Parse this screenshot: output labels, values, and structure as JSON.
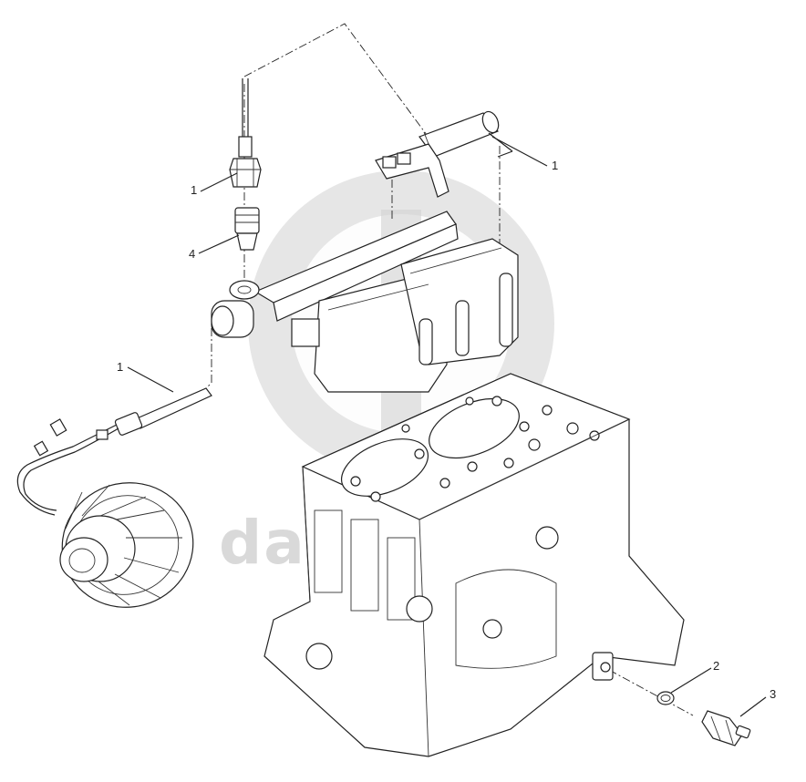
{
  "diagram": {
    "watermark": {
      "text": "data-parts"
    },
    "callouts": [
      {
        "id": "c1-sensor",
        "label": "1"
      },
      {
        "id": "c4-adapter",
        "label": "4"
      },
      {
        "id": "c1-valve",
        "label": "1"
      },
      {
        "id": "c1-harness",
        "label": "1"
      },
      {
        "id": "c2-washer",
        "label": "2"
      },
      {
        "id": "c3-switch",
        "label": "3"
      }
    ]
  }
}
